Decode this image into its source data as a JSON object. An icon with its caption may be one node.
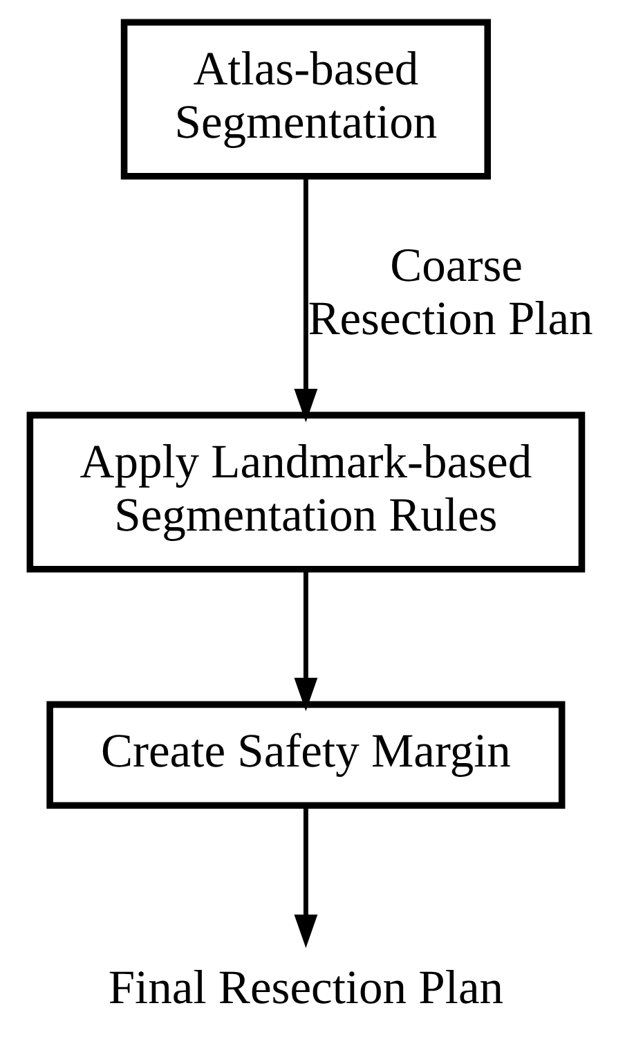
{
  "diagram": {
    "nodes": [
      {
        "text": [
          "Atlas-based Segmentation"
        ]
      },
      {
        "text": [
          "Apply Landmark-based Segmentation Rules"
        ]
      },
      {
        "text": [
          "Create Safety Margin"
        ]
      },
      {
        "text": [
          "Final Resection Plan"
        ]
      }
    ],
    "edges": [
      {
        "from": 0,
        "to": 1,
        "arrow": "to",
        "label": "Coarse Resection Plan"
      },
      {
        "from": 1,
        "to": 2,
        "arrow": "to"
      },
      {
        "from": 2,
        "to": 3,
        "arrow": "to"
      }
    ]
  }
}
